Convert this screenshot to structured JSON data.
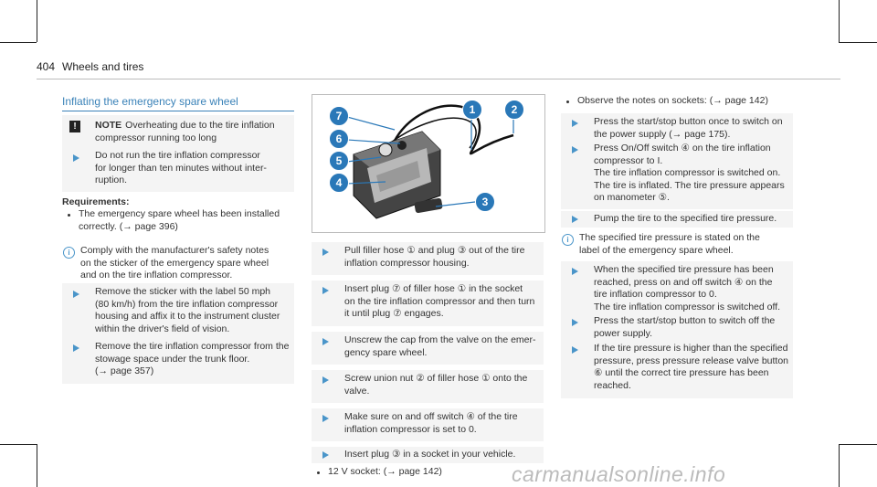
{
  "header": {
    "page_number": "404",
    "section": "Wheels and tires"
  },
  "section_title": "Inflating the emergency spare wheel",
  "note": {
    "label": "NOTE",
    "text_1": "Overheating due to the tire inflation",
    "text_2": "compressor running too long"
  },
  "note_action": [
    "Do not run the tire inflation compressor",
    "for longer than ten minutes without inter-",
    "ruption."
  ],
  "requirements": {
    "label": "Requirements:",
    "items": [
      [
        "The emergency spare wheel has been installed",
        "correctly. (→ page 396)"
      ]
    ]
  },
  "info_1": [
    "Comply with the manufacturer's safety notes",
    "on the sticker of the emergency spare wheel",
    "and on the tire inflation compressor."
  ],
  "col1_steps": [
    [
      "Remove the sticker with the label 50 mph",
      "(80 km/h) from the tire inflation compressor",
      "housing and affix it to the instrument cluster",
      "within the driver's field of vision."
    ],
    [
      "Remove the tire inflation compressor from the",
      "stowage space under the trunk floor.",
      "(→ page 357)"
    ]
  ],
  "figure": {
    "callouts": [
      "7",
      "6",
      "5",
      "4",
      "1",
      "2",
      "3"
    ]
  },
  "col2_steps": [
    [
      "Pull filler hose ① and plug ③ out of the tire",
      "inflation compressor housing."
    ],
    [
      "Insert plug ⑦ of filler hose ① in the socket",
      "on the tire inflation compressor and then turn",
      "it until plug ⑦ engages."
    ],
    [
      "Unscrew the cap from the valve on the emer-",
      "gency spare wheel."
    ],
    [
      "Screw union nut ② of filler hose ① onto the",
      "valve."
    ],
    [
      "Make sure on and off switch ④ of the tire",
      "inflation compressor is set to 0."
    ],
    [
      "Insert plug ③ in a socket in your vehicle."
    ]
  ],
  "col2_bullet": "12 V socket: (→ page 142)",
  "col3_bullet": "Observe the notes on sockets: (→ page 142)",
  "col3_steps": [
    [
      "Press the start/stop button once to switch on",
      "the power supply (→ page 175)."
    ],
    [
      "Press On/Off switch ④ on the tire inflation",
      "compressor to I.",
      "The tire inflation compressor is switched on.",
      "The tire is inflated. The tire pressure appears",
      "on manometer ⑤."
    ],
    [
      "Pump the tire to the specified tire pressure."
    ],
    [
      "When the specified tire pressure has been",
      "reached, press on and off switch ④ on the",
      "tire inflation compressor to 0.",
      "The tire inflation compressor is switched off."
    ],
    [
      "Press the start/stop button to switch off the",
      "power supply."
    ],
    [
      "If the tire pressure is higher than the specified",
      "pressure, press pressure release valve button",
      "⑥ until the correct tire pressure has been",
      "reached."
    ]
  ],
  "info_2": [
    "The specified tire pressure is stated on the",
    "label of the emergency spare wheel."
  ],
  "watermark": "carmanualsonline.info"
}
